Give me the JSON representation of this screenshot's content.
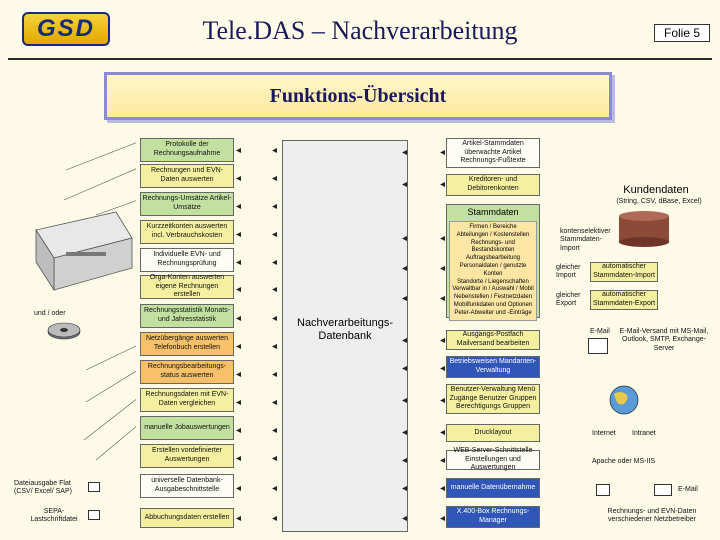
{
  "header": {
    "logo": "GSD",
    "title": "Tele.DAS – Nachverarbeitung",
    "folie": "Folie 5"
  },
  "banner": "Funktions-Übersicht",
  "center_db": "Nachverarbeitungs-Datenbank",
  "left_boxes": [
    "Protokolle der Rechnungsaufnahme",
    "Rechnungen und EVN-Daten auswerten",
    "Rechnungs-Umsätze Artikel-Umsätze",
    "Kurzzeitkonten auswerten incl. Verbrauchskosten",
    "Individuelle EVN- und Rechnungsprüfung",
    "Orga-Konten auswerten eigene Rechnungen erstellen",
    "Rechnungsstatistik Monats- und Jahresstatistik",
    "Netzübergänge auswerten Telefonbuch erstellen",
    "Rechnungsbearbeitungs-status auswerten",
    "Rechnungsdaten mit EVN-Daten vergleichen",
    "manuelle Jobauswertungen",
    "Erstellen vordefinierter Auswertungen",
    "universelle Datenbank-Ausgabeschnittstelle",
    "Abbuchungsdaten erstellen"
  ],
  "right_top": {
    "artikel": "Artikel-Stammdaten überwachte Artikel Rechnungs-Fußtexte",
    "kreditoren": "Kreditoren- und Debitorenkonten"
  },
  "stammdaten": {
    "title": "Stammdaten",
    "items": [
      "Firmen / Bereiche",
      "Abteilungen / Kostenstellen",
      "Rechnungs- und Bestandskonten",
      "Auftragsbearbeitung",
      "Personaldaten / genutzte Konten",
      "Standorte / Liegenschaften",
      "Verwaltbar in / Auswahl / Mobil",
      "Nebenstellen / Festnetzdaten",
      "Mobilfunkdaten und Optionen",
      "Peter-Abweiter und -Einträge"
    ]
  },
  "kundendaten": {
    "title": "Kundendaten",
    "sub": "(String, CSV, dBase, Excel)",
    "kontenselektiv": "kontenselektiver Stammdaten-Import",
    "gleicher_import": "gleicher Import",
    "auto_import": "automatischer Stammdaten-Import",
    "gleicher_export": "gleicher Export",
    "auto_export": "automatischer Stammdaten-Export"
  },
  "right_lower": [
    "Ausgangs-Postfach Mailversand bearbeiten",
    "Betriebsweisen Mandanten-Verwaltung",
    "Benutzer-Verwaltung Menü Zugänge Benutzer Gruppen Berechtigungs Gruppen",
    "Drucklayout",
    "WEB-Server-Schnittstelle Einstellungen und Auswertungen",
    "manuelle Datenübernahme",
    "X.400-Box Rechnungs-Manager"
  ],
  "far_right": {
    "email_label": "E-Mail",
    "email_versand": "E-Mail-Versand mit MS-Mail, Outlook, SMTP, Exchange-Server",
    "internet": "Internet",
    "intranet": "Intranet",
    "apache": "Apache oder MS-IIS",
    "email2": "E-Mail",
    "rechnungs_evn": "Rechnungs- und EVN-Daten verschiedener Netzbetreiber"
  },
  "left_labels": {
    "und_oder": "und / oder",
    "dateiausgabe": "Dateiausgabe Flat (CSV/ Excel/ SAP)",
    "sepa": "SEPA-Lastschriftdatei"
  },
  "colors": {
    "green": "#c2e0a0",
    "orange": "#f8c068",
    "blue": "#2f56b8",
    "banner_border": "#8a8ad6",
    "cylinder": "#8b4a3a"
  }
}
